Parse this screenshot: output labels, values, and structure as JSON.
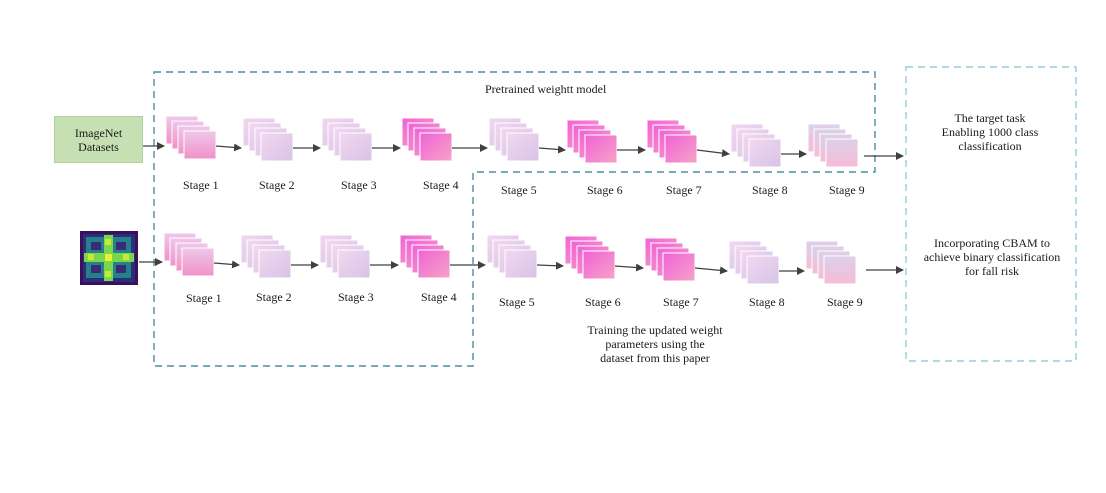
{
  "input": {
    "line1": "ImageNet",
    "line2": "Datasets"
  },
  "top_box_title": "Pretrained weightt model",
  "train_text": {
    "line1": "Training the updated weight",
    "line2": "parameters using the",
    "line3": "dataset from this paper"
  },
  "target_task": {
    "line1": "The target task",
    "line2": "Enabling 1000 class",
    "line3": "classification"
  },
  "cbam_task": {
    "line1": "Incorporating CBAM to",
    "line2": "achieve binary classification",
    "line3": "for fall risk"
  },
  "top_stages": [
    "Stage 1",
    "Stage 2",
    "Stage 3",
    "Stage 4",
    "Stage 5",
    "Stage 6",
    "Stage 7",
    "Stage 8",
    "Stage 9"
  ],
  "bottom_stages": [
    "Stage 1",
    "Stage 2",
    "Stage 3",
    "Stage 4",
    "Stage 5",
    "Stage 6",
    "Stage 7",
    "Stage 8",
    "Stage 9"
  ],
  "colors": {
    "dashed_box": "#4a8fa3",
    "target_box": "#8fd0d8",
    "arrow": "#404040",
    "input_fill": "#c6e0b4"
  }
}
